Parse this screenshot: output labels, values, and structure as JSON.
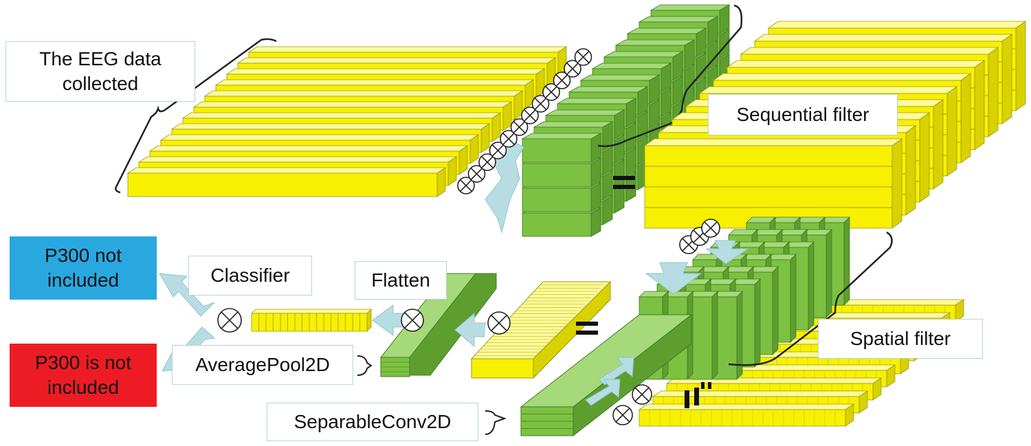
{
  "labels": {
    "eeg_data": "The EEG data\ncollected",
    "sequential_filter": "Sequential filter",
    "spatial_filter": "Spatial filter",
    "flatten": "Flatten",
    "classifier": "Classifier",
    "average_pool": "AveragePool2D",
    "separable_conv": "SeparableConv2D"
  },
  "results": {
    "not_included": "P300 not\nincluded",
    "is_not_included": "P300 is not\nincluded"
  },
  "colors": {
    "yellow": "#f7f000",
    "green": "#7dc142",
    "arrow": "#b7dde3",
    "result_blue": "#29a8e0",
    "result_red": "#ed1c24"
  }
}
